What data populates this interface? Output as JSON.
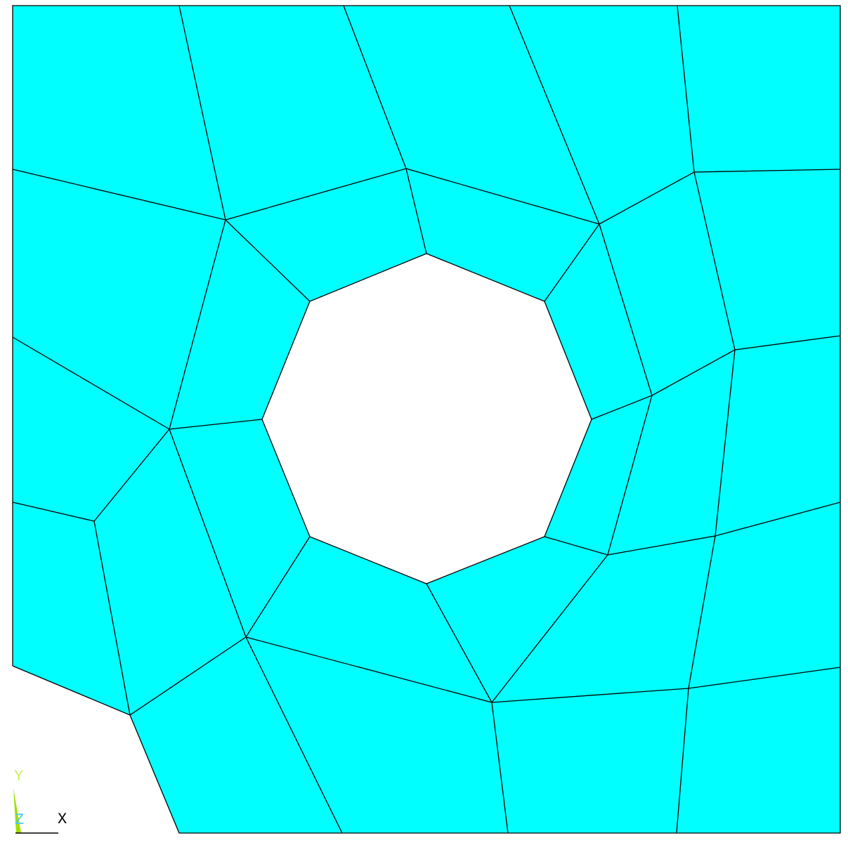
{
  "colors": {
    "background": "#ffffff",
    "mesh_fill": "#00ffff",
    "mesh_edge": "#000000",
    "axis_y": "#c8f060",
    "axis_z": "#40c8ff",
    "axis_x": "#000000",
    "triad_marker": "#9fe000"
  },
  "triad": {
    "y_label": "Y",
    "z_label": "Z",
    "x_label": "X"
  }
}
